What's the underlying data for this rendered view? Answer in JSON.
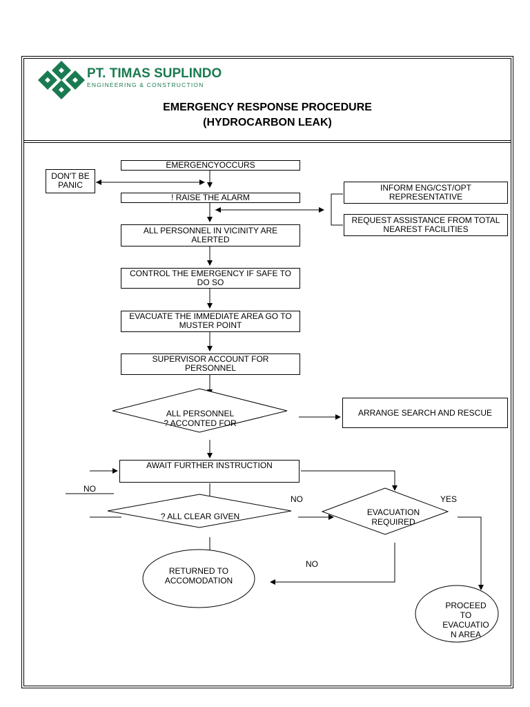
{
  "header": {
    "company_name": "PT. TIMAS SUPLINDO",
    "company_tagline": "ENGINEERING & CONSTRUCTION",
    "title_line1": "EMERGENCY RESPONSE PROCEDURE",
    "title_line2": "(HYDROCARBON LEAK)",
    "brand_color": "#1a7a50"
  },
  "flow": {
    "emergency_occurs": "EMERGENCYOCCURS",
    "dont_panic_l1": "DON'T BE",
    "dont_panic_l2": "PANIC",
    "raise_alarm": "! RAISE THE ALARM",
    "inform_l1": "INFORM ENG/CST/OPT",
    "inform_l2": "REPRESENTATIVE",
    "request_l1": "REQUEST ASSISTANCE FROM TOTAL",
    "request_l2": "NEAREST FACILITIES",
    "alerted_l1": "ALL PERSONNEL IN VICINITY ARE",
    "alerted_l2": "ALERTED",
    "control_l1": "CONTROL THE EMERGENCY IF SAFE TO",
    "control_l2": "DO SO",
    "evacuate_l1": "EVACUATE THE IMMEDIATE AREA GO TO",
    "evacuate_l2": "MUSTER POINT",
    "supervisor_l1": "SUPERVISOR ACCOUNT FOR",
    "supervisor_l2": "PERSONNEL",
    "accounted_l1": "ALL PERSONNEL",
    "accounted_l2": "? ACCONTED FOR",
    "search_rescue": "ARRANGE SEARCH AND RESCUE",
    "await": "AWAIT FURTHER INSTRUCTION",
    "no_left": "NO",
    "all_clear": "? ALL CLEAR GIVEN",
    "no_mid": "NO",
    "yes": "YES",
    "evac_required_l1": "EVACUATION",
    "evac_required_l2": "REQUIRED",
    "no_bottom": "NO",
    "returned_l1": "RETURNED TO",
    "returned_l2": "ACCOMODATION",
    "proceed_l1": "PROCEED",
    "proceed_l2": "TO",
    "proceed_l3": "EVACUATIO",
    "proceed_l4": "N AREA"
  }
}
